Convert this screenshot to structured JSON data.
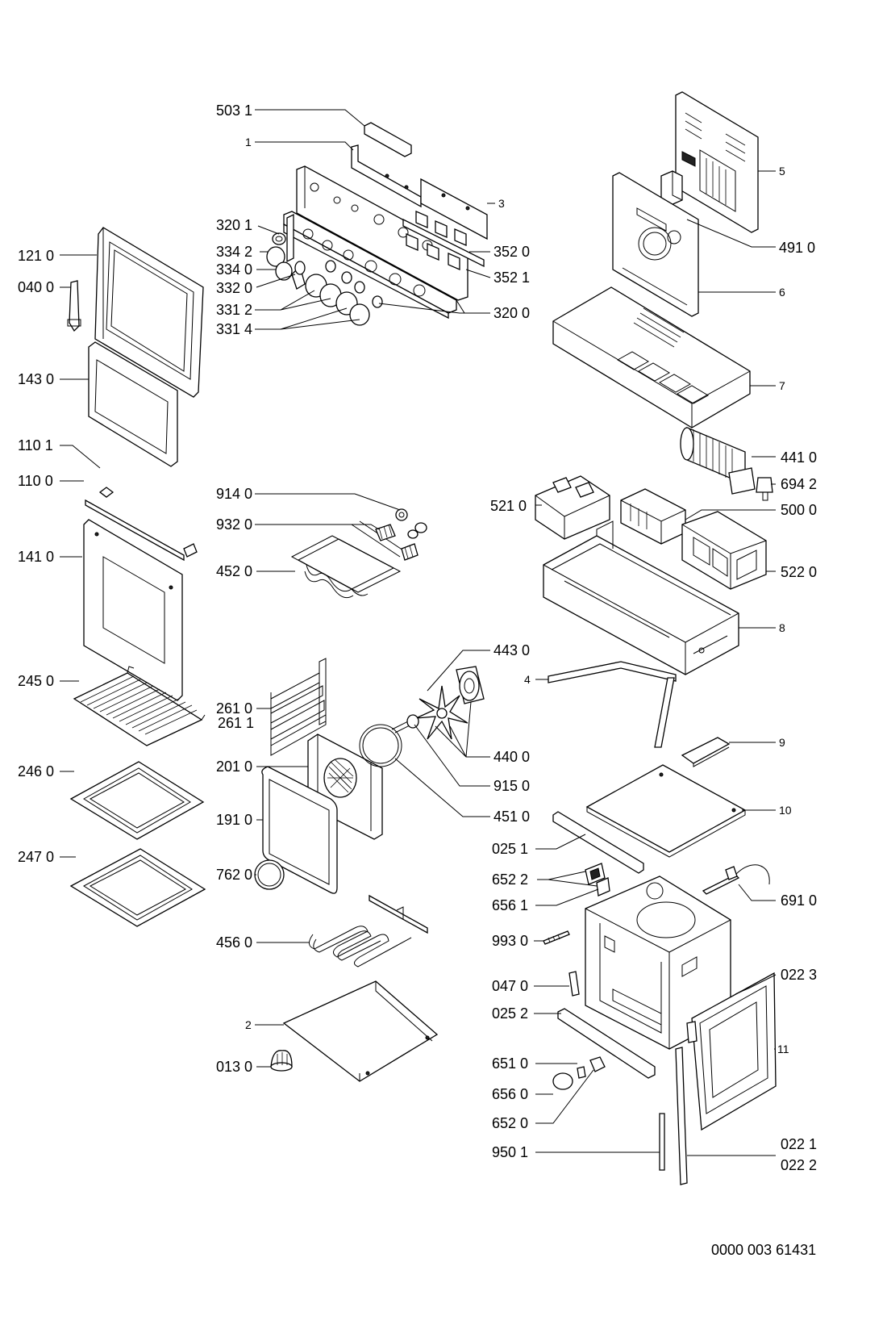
{
  "labels": [
    {
      "id": "l5031",
      "text": "503 1"
    },
    {
      "id": "l1",
      "text": "1"
    },
    {
      "id": "l3",
      "text": "3"
    },
    {
      "id": "l5",
      "text": "5"
    },
    {
      "id": "l3201",
      "text": "320 1"
    },
    {
      "id": "l3342",
      "text": "334 2"
    },
    {
      "id": "l3340",
      "text": "334 0"
    },
    {
      "id": "l3320",
      "text": "332 0"
    },
    {
      "id": "l3312",
      "text": "331 2"
    },
    {
      "id": "l3314",
      "text": "331 4"
    },
    {
      "id": "l3520",
      "text": "352 0"
    },
    {
      "id": "l3521",
      "text": "352 1"
    },
    {
      "id": "l3200",
      "text": "320 0"
    },
    {
      "id": "l4910",
      "text": "491 0"
    },
    {
      "id": "l6",
      "text": "6"
    },
    {
      "id": "l7",
      "text": "7"
    },
    {
      "id": "l1210",
      "text": "121 0"
    },
    {
      "id": "l0400",
      "text": "040 0"
    },
    {
      "id": "l1430",
      "text": "143 0"
    },
    {
      "id": "l1101",
      "text": "110 1"
    },
    {
      "id": "l1100",
      "text": "110 0"
    },
    {
      "id": "l1410",
      "text": "141 0"
    },
    {
      "id": "l2450",
      "text": "245 0"
    },
    {
      "id": "l2460",
      "text": "246 0"
    },
    {
      "id": "l2470",
      "text": "247 0"
    },
    {
      "id": "l9140",
      "text": "914 0"
    },
    {
      "id": "l9320",
      "text": "932 0"
    },
    {
      "id": "l4520",
      "text": "452 0"
    },
    {
      "id": "l4410",
      "text": "441 0"
    },
    {
      "id": "l6942",
      "text": "694 2"
    },
    {
      "id": "l5210",
      "text": "521 0"
    },
    {
      "id": "l5000",
      "text": "500 0"
    },
    {
      "id": "l5220",
      "text": "522 0"
    },
    {
      "id": "l8",
      "text": "8"
    },
    {
      "id": "l4430",
      "text": "443 0"
    },
    {
      "id": "l4",
      "text": "4"
    },
    {
      "id": "l2610",
      "text": "261 0"
    },
    {
      "id": "l2611",
      "text": "261 1"
    },
    {
      "id": "l2010",
      "text": "201 0"
    },
    {
      "id": "l4400",
      "text": "440 0"
    },
    {
      "id": "l9",
      "text": "9"
    },
    {
      "id": "l9150",
      "text": "915 0"
    },
    {
      "id": "l1910",
      "text": "191 0"
    },
    {
      "id": "l4510",
      "text": "451 0"
    },
    {
      "id": "l10",
      "text": "10"
    },
    {
      "id": "l0251",
      "text": "025 1"
    },
    {
      "id": "l6522",
      "text": "652 2"
    },
    {
      "id": "l6561",
      "text": "656 1"
    },
    {
      "id": "l7620",
      "text": "762 0"
    },
    {
      "id": "l6910",
      "text": "691 0"
    },
    {
      "id": "l4560",
      "text": "456 0"
    },
    {
      "id": "l9930",
      "text": "993 0"
    },
    {
      "id": "l0223",
      "text": "022 3"
    },
    {
      "id": "l0470",
      "text": "047 0"
    },
    {
      "id": "l0252",
      "text": "025 2"
    },
    {
      "id": "l2",
      "text": "2"
    },
    {
      "id": "l11",
      "text": "11"
    },
    {
      "id": "l6510",
      "text": "651 0"
    },
    {
      "id": "l0130",
      "text": "013 0"
    },
    {
      "id": "l6560",
      "text": "656 0"
    },
    {
      "id": "l6520",
      "text": "652 0"
    },
    {
      "id": "l9501",
      "text": "950 1"
    },
    {
      "id": "l0221",
      "text": "022 1"
    },
    {
      "id": "l0222",
      "text": "022 2"
    }
  ],
  "document_number": "0000 003 61431"
}
